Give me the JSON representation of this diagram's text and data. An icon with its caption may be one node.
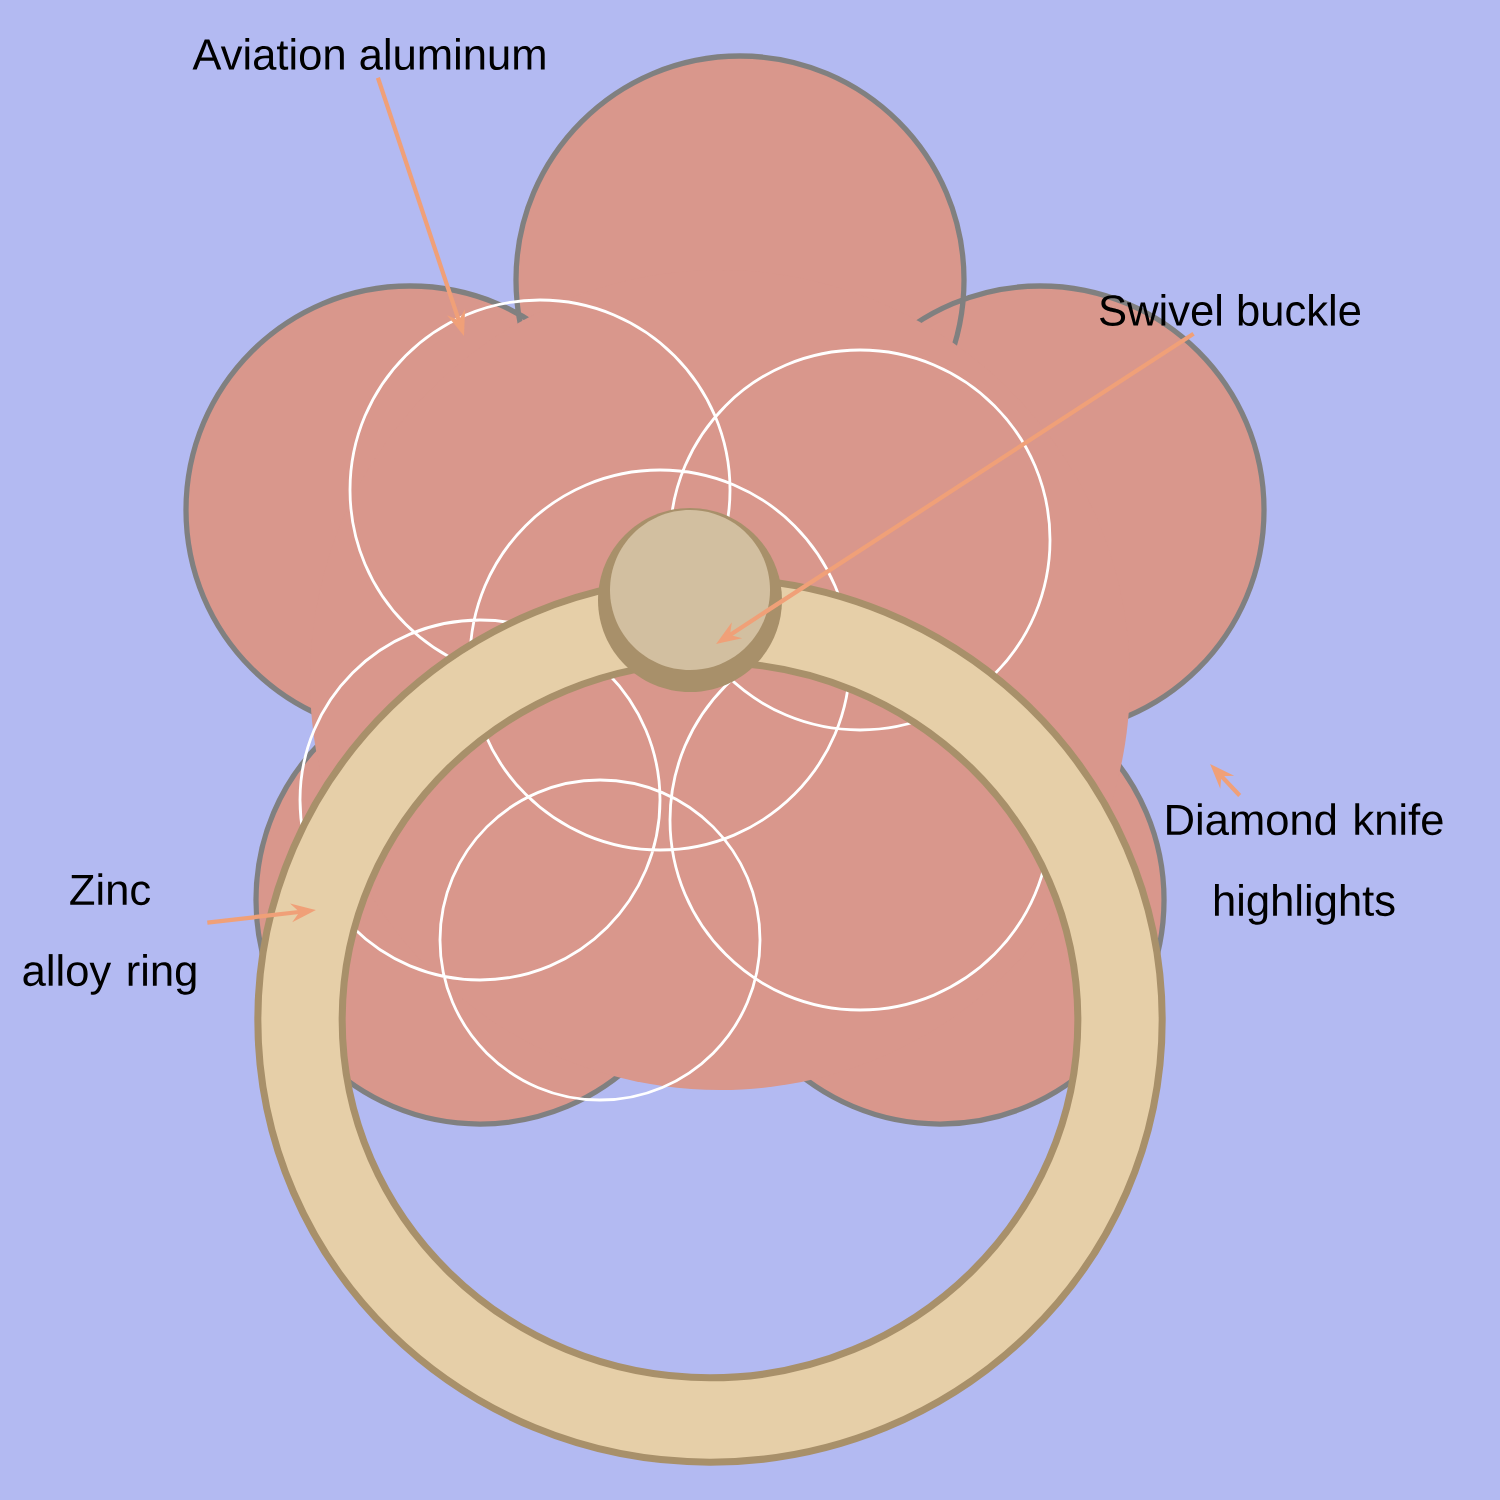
{
  "diagram": {
    "nodes": [
      {
        "text": [
          "Aviation aluminum"
        ]
      },
      {
        "text": [
          "Swivel buckle"
        ]
      },
      {
        "text": [
          "Diamond knife highlights"
        ]
      },
      {
        "text": [
          "Zinc alloy ring"
        ]
      }
    ],
    "edges": [
      {
        "from": 0,
        "to": null,
        "arrow": "to"
      },
      {
        "from": 1,
        "to": null,
        "arrow": "to"
      },
      {
        "from": 2,
        "to": null,
        "arrow": "to"
      },
      {
        "from": 3,
        "to": null,
        "arrow": "to"
      }
    ]
  }
}
